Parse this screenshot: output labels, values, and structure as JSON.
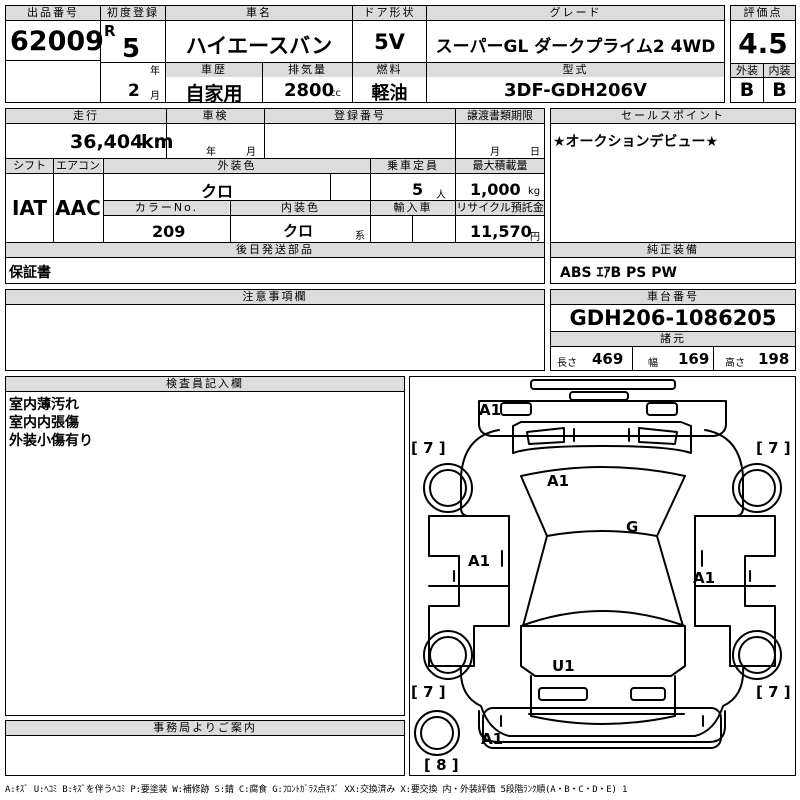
{
  "row1": {
    "lot_label": "出品番号",
    "lot_number": "62009",
    "first_reg_label": "初度登録",
    "era": "R",
    "year_value": "5",
    "year_unit": "年",
    "month_value": "2",
    "month_unit": "月",
    "car_name_label": "車名",
    "car_name": "ハイエースバン",
    "door_label": "ドア形状",
    "door": "5V",
    "grade_label": "グレード",
    "grade": "スーパーGL ダークプライム2 4WD",
    "score_label": "評価点",
    "score": "4.5",
    "history_label": "車歴",
    "history": "自家用",
    "displacement_label": "排気量",
    "displacement": "2800",
    "displacement_unit": "cc",
    "fuel_label": "燃料",
    "fuel": "軽油",
    "model_label": "型式",
    "model": "3DF-GDH206V",
    "exterior_grade_label": "外装",
    "exterior_grade": "B",
    "interior_grade_label": "内装",
    "interior_grade": "B"
  },
  "row2": {
    "mileage_label": "走行",
    "mileage": "36,404",
    "mileage_unit": "km",
    "inspection_label": "車検",
    "inspection_year_unit": "年",
    "inspection_month_unit": "月",
    "reg_number_label": "登録番号",
    "transfer_label": "譲渡書類期限",
    "transfer_month_unit": "月",
    "transfer_day_unit": "日",
    "sales_point_label": "セールスポイント",
    "sales_point": "★オークションデビュー★",
    "shift_label": "シフト",
    "shift": "IAT",
    "ac_label": "エアコン",
    "ac": "AAC",
    "ext_color_label": "外装色",
    "ext_color": "クロ",
    "capacity_label": "乗車定員",
    "capacity": "5",
    "capacity_unit": "人",
    "load_label": "最大積載量",
    "load": "1,000",
    "load_unit": "kg",
    "color_no_label": "カラーNo.",
    "color_no": "209",
    "int_color_label": "内装色",
    "int_color": "クロ",
    "int_color_unit": "系",
    "import_label": "輸入車",
    "recycle_label": "リサイクル預託金",
    "recycle": "11,570",
    "recycle_unit": "円",
    "parts_label": "後日発送部品",
    "parts": "保証書",
    "equipment_label": "純正装備",
    "equipment": "ABS ｴｱB PS PW"
  },
  "notes": {
    "caution_label": "注意事項欄",
    "chassis_label": "車台番号",
    "chassis": "GDH206-1086205",
    "specs_label": "諸元",
    "length_label": "長さ",
    "length": "469",
    "width_label": "幅",
    "width": "169",
    "height_label": "高さ",
    "height": "198"
  },
  "inspector": {
    "label": "検査員記入欄",
    "lines": [
      "室内薄汚れ",
      "室内内張傷",
      "外装小傷有り"
    ]
  },
  "office": {
    "label": "事務局よりご案内"
  },
  "diagram": {
    "marks": {
      "front_bumper": "A1",
      "hood": "A1",
      "windshield": "G",
      "left_side": "A1",
      "right_side": "A1",
      "roof": "U1",
      "rear_bumper": "A1"
    },
    "tires": {
      "front_left": "[ 7 ]",
      "front_right": "[ 7 ]",
      "rear_left": "[ 7 ]",
      "rear_right": "[ 7 ]",
      "spare": "[ 8 ]"
    }
  },
  "legend": "A:ｷｽﾞ U:ﾍｺﾐ B:ｷｽﾞを伴うﾍｺﾐ P:要塗装 W:補修跡 S:錆 C:腐食 G:ﾌﾛﾝﾄｶﾞﾗｽ点ｷｽﾞ XX:交換済み X:要交換  内・外装評価 5段階ﾗﾝｸ順(A・B・C・D・E) 1"
}
